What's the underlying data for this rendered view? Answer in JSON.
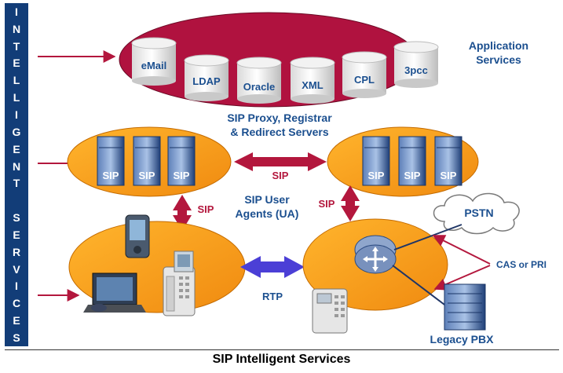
{
  "sidebar": {
    "letters_top": [
      "I",
      "N",
      "T",
      "E",
      "L",
      "L",
      "I",
      "G",
      "E",
      "N",
      "T"
    ],
    "letters_bottom": [
      "S",
      "E",
      "R",
      "V",
      "I",
      "C",
      "E",
      "S"
    ]
  },
  "app_services": {
    "label_line1": "Application",
    "label_line2": "Services",
    "databases": [
      "eMail",
      "LDAP",
      "Oracle",
      "XML",
      "CPL",
      "3pcc"
    ]
  },
  "servers": {
    "label_line1": "SIP Proxy, Registrar",
    "label_line2": "& Redirect Servers",
    "server_label": "SIP"
  },
  "links": {
    "sip_horizontal": "SIP",
    "sip_left_vertical": "SIP",
    "sip_right_vertical": "SIP",
    "rtp": "RTP"
  },
  "user_agents": {
    "label_line1": "SIP User",
    "label_line2": "Agents (UA)"
  },
  "pstn": {
    "label": "PSTN"
  },
  "cas_pri": {
    "label": "CAS or PRI"
  },
  "legacy_pbx": {
    "label": "Legacy PBX"
  },
  "caption": "SIP Intelligent Services",
  "colors": {
    "navy": "#123d78",
    "crimson": "#b0123f",
    "orange": "#f6a21c",
    "blue_text": "#1b4f8f",
    "arrow_red": "#b3173d"
  }
}
